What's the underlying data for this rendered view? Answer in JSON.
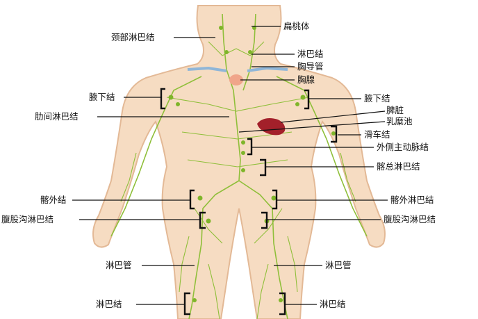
{
  "labels": {
    "neck_nodes": "颈部淋巴结",
    "tonsil": "扁桃体",
    "lymph_node_upper": "淋巴结",
    "thoracic_duct": "胸导管",
    "thymus": "胸腺",
    "axillary_left": "腋下结",
    "axillary_right": "腋下结",
    "spleen": "脾脏",
    "intercostal": "肋间淋巴结",
    "cisterna_chyli": "乳糜池",
    "trochlear": "滑车结",
    "lateral_aortic": "外侧主动脉结",
    "common_iliac": "髂总淋巴结",
    "external_iliac_left": "髂外结",
    "external_iliac_right": "髂外淋巴结",
    "inguinal_left": "腹股沟淋巴结",
    "inguinal_right": "腹股沟淋巴结",
    "lymph_vessel_left": "淋巴管",
    "lymph_vessel_right": "淋巴管",
    "lymph_node_left": "淋巴结",
    "lymph_node_right": "淋巴结"
  },
  "colors": {
    "skin": "#f6dcc2",
    "skin_edge": "#e3b996",
    "lymph": "#8fbf3a",
    "spleen": "#a3202a",
    "thymus": "#f0a58a",
    "vein": "#8fb6d8"
  }
}
